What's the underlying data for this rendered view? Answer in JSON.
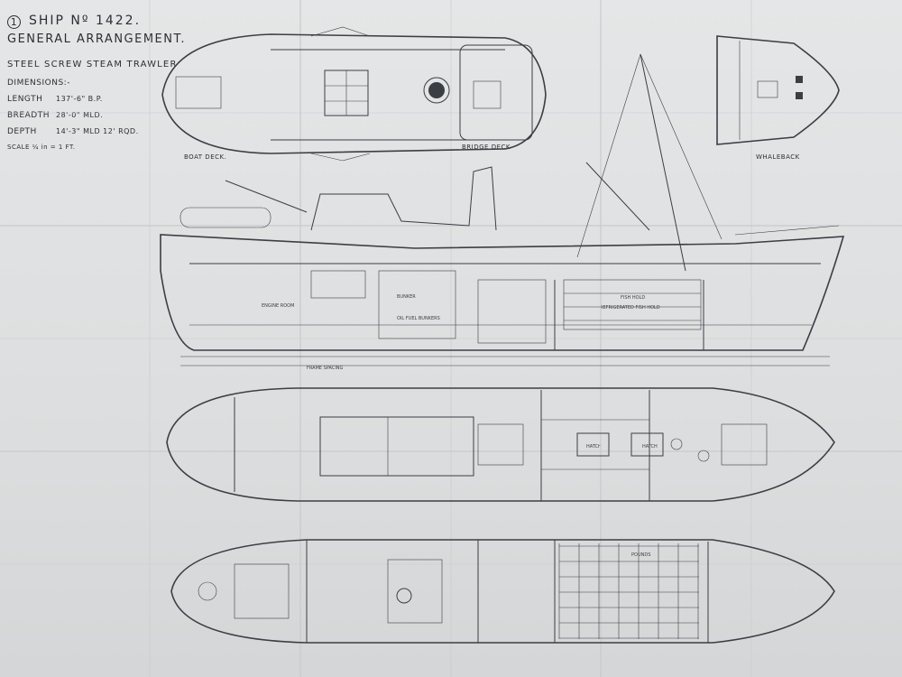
{
  "title_block": {
    "sheet_no": "1",
    "ship": "SHIP Nº 1422.",
    "title": "GENERAL ARRANGEMENT.",
    "subtitle": "STEEL SCREW STEAM TRAWLER",
    "dimensions_heading": "DIMENSIONS:-",
    "dimensions": [
      {
        "label": "LENGTH",
        "value": "137'-6\" B.P."
      },
      {
        "label": "BREADTH",
        "value": "28'-0\" MLD."
      },
      {
        "label": "DEPTH",
        "value": "14'-3\" MLD 12' RQD."
      }
    ],
    "scale": "SCALE ¼ in = 1 FT."
  },
  "view_labels": {
    "boat_deck": "BOAT DECK.",
    "bridge_deck": "BRIDGE DECK",
    "whaleback": "WHALEBACK"
  },
  "compartments": {
    "fish_hold": "FISH HOLD",
    "bunker": "BUNKER",
    "refrigerated_fish_hold": "REFRIGERATED FISH HOLD",
    "fuel": "OIL FUEL BUNKERS",
    "hatch": "HATCH",
    "pounds": "POUNDS",
    "engine_room": "ENGINE ROOM",
    "frame_spacing": "FRAME SPACING"
  }
}
